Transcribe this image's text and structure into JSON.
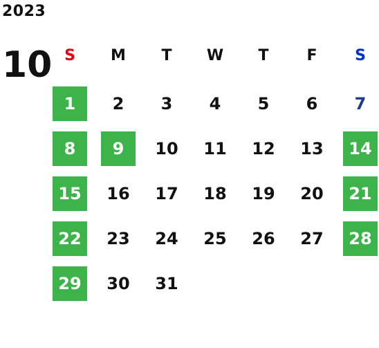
{
  "year": "2023",
  "month": "10",
  "weekdays": [
    "S",
    "M",
    "T",
    "W",
    "T",
    "F",
    "S"
  ],
  "weeks": [
    [
      "1",
      "2",
      "3",
      "4",
      "5",
      "6",
      "7"
    ],
    [
      "8",
      "9",
      "10",
      "11",
      "12",
      "13",
      "14"
    ],
    [
      "15",
      "16",
      "17",
      "18",
      "19",
      "20",
      "21"
    ],
    [
      "22",
      "23",
      "24",
      "25",
      "26",
      "27",
      "28"
    ],
    [
      "29",
      "30",
      "31",
      "",
      "",
      "",
      ""
    ]
  ],
  "holiday_days": [
    "1",
    "8",
    "9",
    "14",
    "15",
    "21",
    "22",
    "28",
    "29"
  ],
  "colors": {
    "holiday_bg": "#3cb44a",
    "holiday_text": "#ffffff",
    "sunday_header": "#e60012",
    "saturday_header": "#0033cc",
    "saturday_number": "#1f3a8a",
    "default_text": "#111111"
  }
}
